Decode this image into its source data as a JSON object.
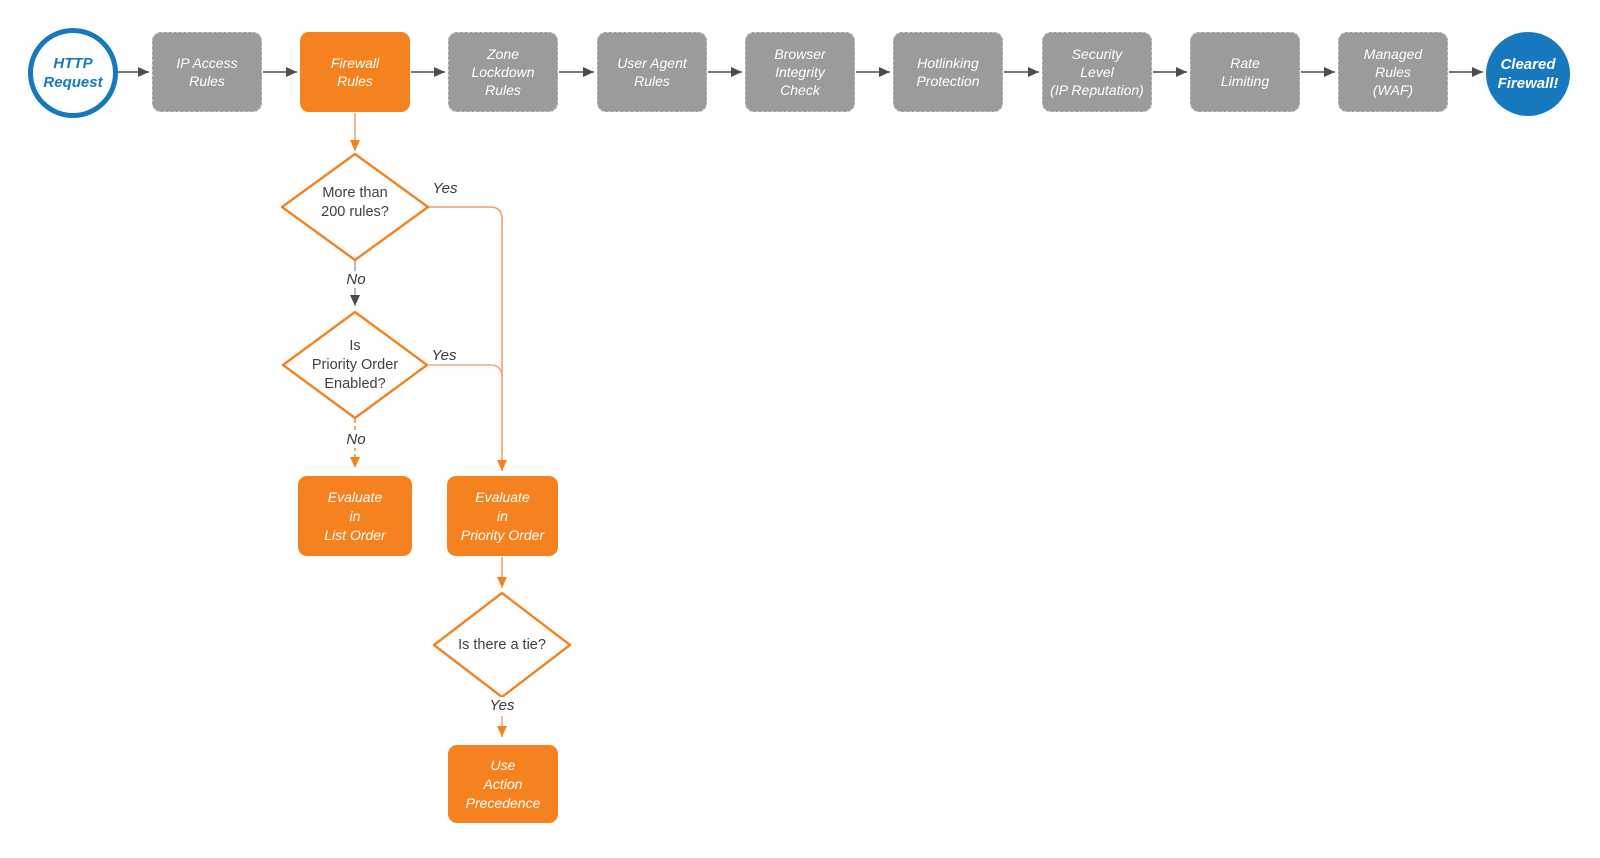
{
  "colors": {
    "accent_orange": "#F6821F",
    "connector_orange": "#F49B67",
    "node_gray": "#9B9B9B",
    "brand_blue": "#1779BD",
    "arrow_dark": "#4D4D4D",
    "text_dark": "#404040"
  },
  "start_node": {
    "label": "HTTP\nRequest"
  },
  "end_node": {
    "label": "Cleared\nFirewall!"
  },
  "pipeline": [
    {
      "label": "IP Access\nRules"
    },
    {
      "label": "Firewall\nRules"
    },
    {
      "label": "Zone\nLockdown\nRules"
    },
    {
      "label": "User Agent\nRules"
    },
    {
      "label": "Browser\nIntegrity\nCheck"
    },
    {
      "label": "Hotlinking\nProtection"
    },
    {
      "label": "Security\nLevel\n(IP Reputation)"
    },
    {
      "label": "Rate\nLimiting"
    },
    {
      "label": "Managed\nRules\n(WAF)"
    }
  ],
  "decisions": {
    "rules_count": {
      "question": "More than\n200 rules?",
      "yes": "Yes",
      "no": "No"
    },
    "priority_enabled": {
      "question": "Is\nPriority Order\nEnabled?",
      "yes": "Yes",
      "no": "No"
    },
    "tie": {
      "question": "Is there a tie?",
      "yes": "Yes"
    }
  },
  "outcomes": {
    "list_order": {
      "label": "Evaluate\nin\nList Order"
    },
    "priority_order": {
      "label": "Evaluate\nin\nPriority Order"
    },
    "action_precedence": {
      "label": "Use\nAction\nPrecedence"
    }
  }
}
